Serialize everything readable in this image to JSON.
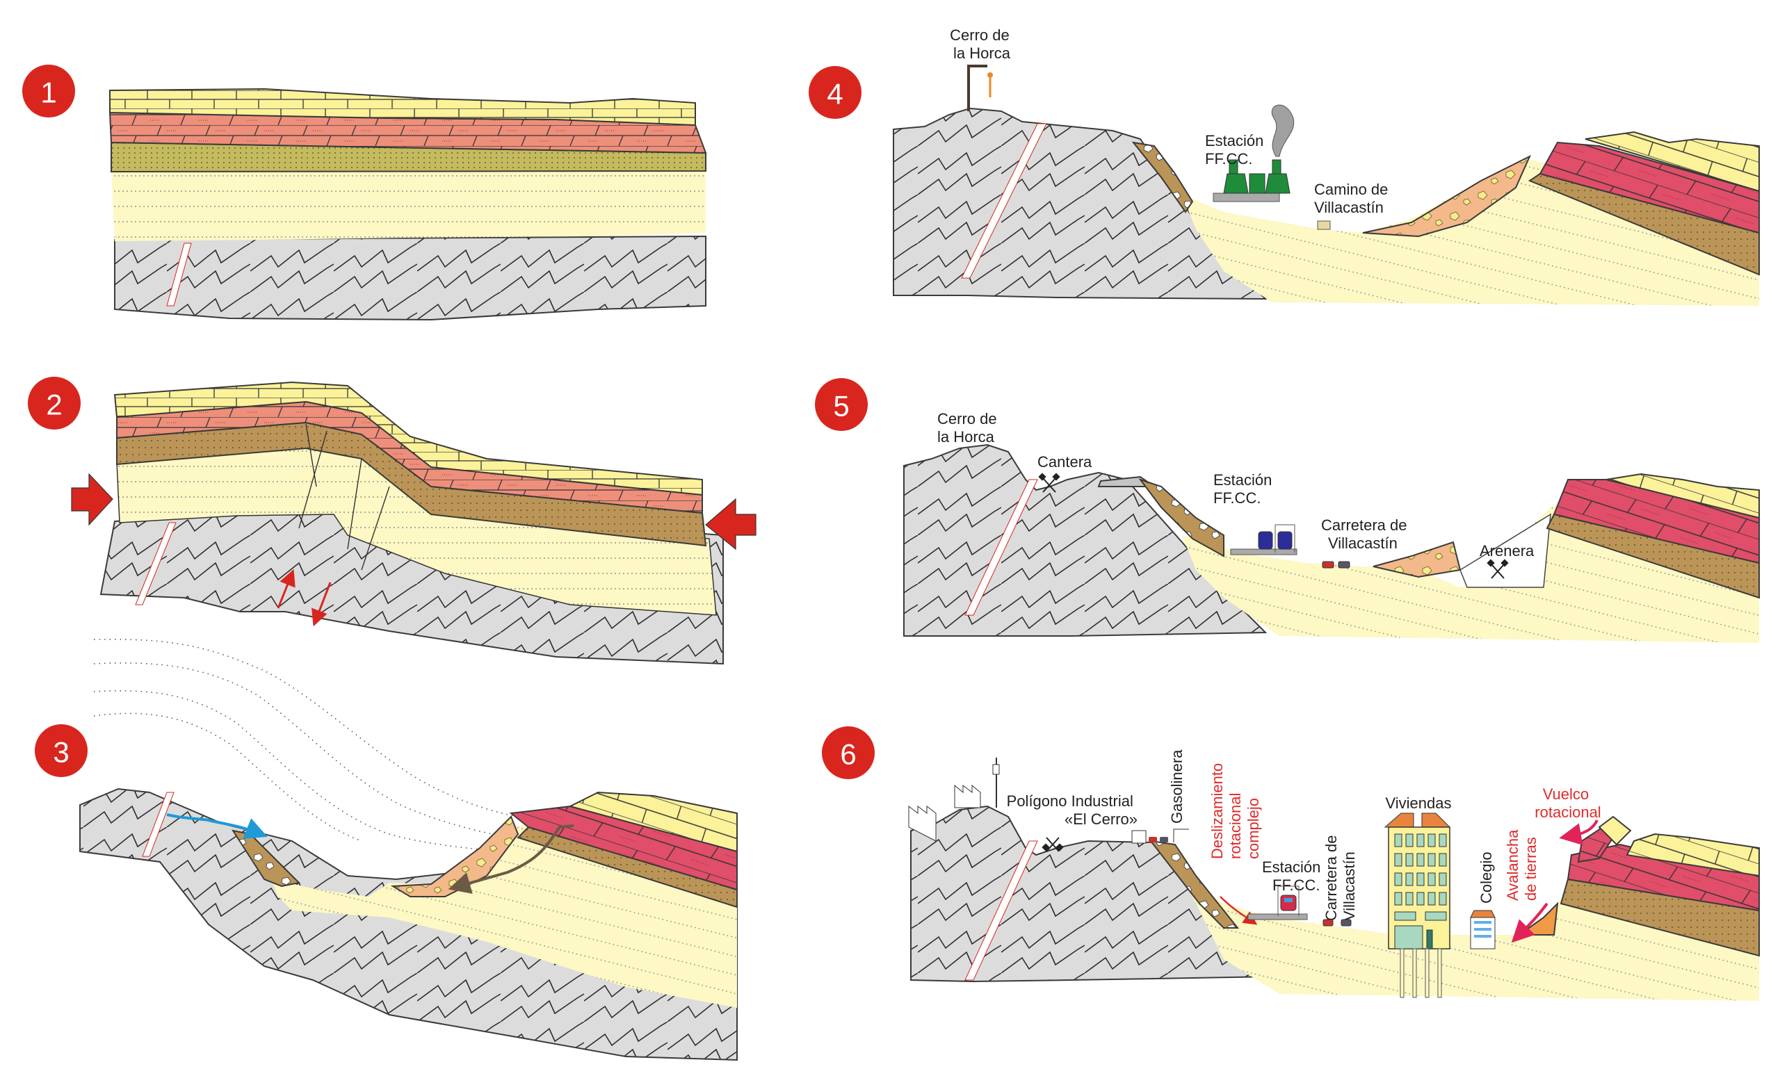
{
  "figure": {
    "title": "Evolución geológica del Cerro de la Horca",
    "colors": {
      "badge": "#d8261e",
      "limestone_yellow": "#fbf29a",
      "marl_salmon": "#ee8f7b",
      "marl_red": "#e04e69",
      "olive_sand": "#c4ba5e",
      "brown_sand": "#bb9558",
      "pale_sand": "#fdf8c4",
      "basement_grey": "#dcdcdc",
      "colluvium_orange": "#f3b98b",
      "arrow_red": "#d8261e",
      "arrow_blue": "#1e9ad6",
      "arrow_brown": "#6b5a45",
      "train_green": "#1f8c3b",
      "train_blue": "#2c2c9a",
      "label_red": "#e02a2a"
    }
  },
  "panels": [
    {
      "id": 1,
      "badge": "1",
      "labels": []
    },
    {
      "id": 2,
      "badge": "2",
      "labels": []
    },
    {
      "id": 3,
      "badge": "3",
      "labels": []
    },
    {
      "id": 4,
      "badge": "4",
      "labels": {
        "hill": [
          "Cerro de",
          "la Horca"
        ],
        "station": [
          "Estación",
          "FF.CC."
        ],
        "road": [
          "Camino de",
          "Villacastín"
        ]
      }
    },
    {
      "id": 5,
      "badge": "5",
      "labels": {
        "hill": [
          "Cerro de",
          "la Horca"
        ],
        "quarry": "Cantera",
        "station": [
          "Estación",
          "FF.CC."
        ],
        "road": [
          "Carretera de",
          "Villacastín"
        ],
        "sandpit": "Arenera"
      }
    },
    {
      "id": 6,
      "badge": "6",
      "labels": {
        "industrial": [
          "Polígono Industrial",
          "«El Cerro»"
        ],
        "gas_station": "Gasolinera",
        "landslide": [
          "Deslizamiento",
          "rotacional",
          "complejo"
        ],
        "station": [
          "Estación",
          "FF.CC."
        ],
        "road": [
          "Carretera de",
          "Villacastín"
        ],
        "housing": "Viviendas",
        "school": "Colegio",
        "earthflow": [
          "Avalancha",
          "de tierras"
        ],
        "toppling": [
          "Vuelco",
          "rotacional"
        ]
      }
    }
  ]
}
